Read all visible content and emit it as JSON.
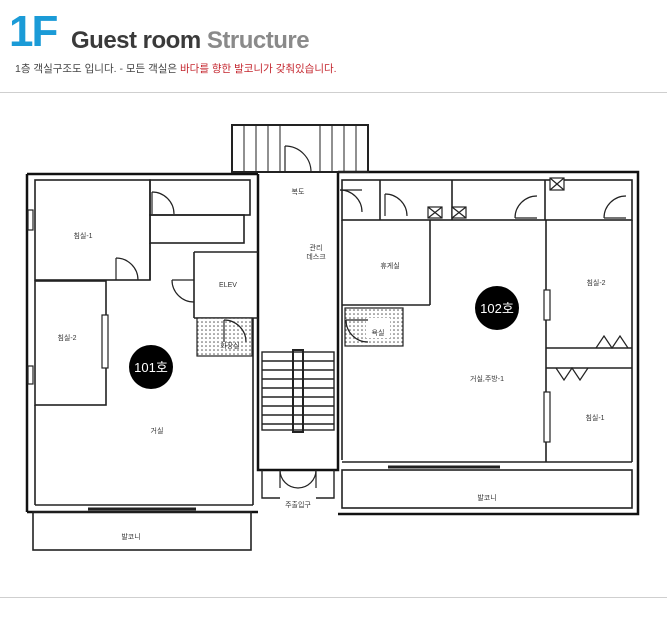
{
  "header": {
    "floor": "1F",
    "title_part1": "Guest room",
    "title_part2": "Structure",
    "subtitle_main": "1층 객실구조도 입니다. - 모든 객실은 ",
    "subtitle_highlight": "바다를 향한 발코니가 갖춰있습니다.",
    "floor_color": "#1b9bd7",
    "highlight_color": "#c4262e"
  },
  "floorplan": {
    "rooms": {
      "bedroom1_left": "침실-1",
      "bedroom2_left": "침실-2",
      "living_left": "거실",
      "balcony_left": "발코니",
      "hallway": "복도",
      "front_desk": "관리\n데스크",
      "elevator": "ELEV",
      "toilet": "화장실",
      "bathroom": "욕실",
      "entrance": "주출입구",
      "lounge": "휴게실",
      "bedroom2_right": "침실-2",
      "living_kitchen_right": "거실,주방-1",
      "bedroom1_right": "침실-1",
      "balcony_right": "발코니"
    },
    "badges": {
      "room_101": "101호",
      "room_102": "102호"
    }
  }
}
